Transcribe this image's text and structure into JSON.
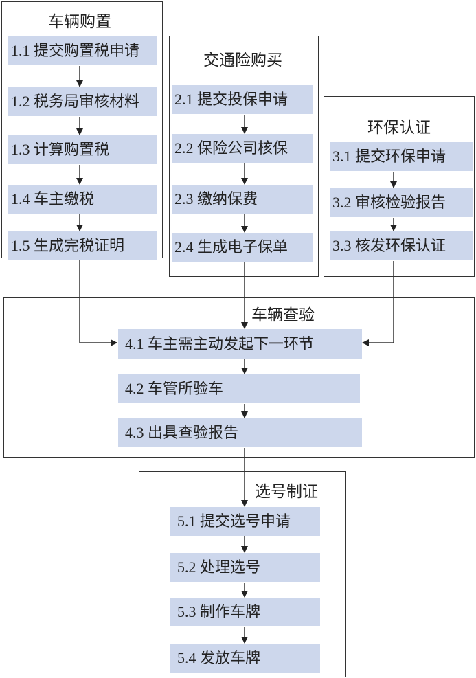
{
  "colors": {
    "step_fill": "#cdd7ec",
    "line": "#333333"
  },
  "groups": [
    {
      "title": "车辆购置",
      "steps": [
        "1.1 提交购置税申请",
        "1.2 税务局审核材料",
        "1.3 计算购置税",
        "1.4 车主缴税",
        "1.5 生成完税证明"
      ]
    },
    {
      "title": "交通险购买",
      "steps": [
        "2.1 提交投保申请",
        "2.2 保险公司核保",
        "2.3 缴纳保费",
        "2.4 生成电子保单"
      ]
    },
    {
      "title": "环保认证",
      "steps": [
        "3.1 提交环保申请",
        "3.2 审核检验报告",
        "3.3 核发环保认证"
      ]
    },
    {
      "title": "车辆查验",
      "steps": [
        "4.1 车主需主动发起下一环节",
        "4.2 车管所验车",
        "4.3 出具查验报告"
      ]
    },
    {
      "title": "选号制证",
      "steps": [
        "5.1 提交选号申请",
        "5.2 处理选号",
        "5.3 制作车牌",
        "5.4 发放车牌"
      ]
    }
  ]
}
